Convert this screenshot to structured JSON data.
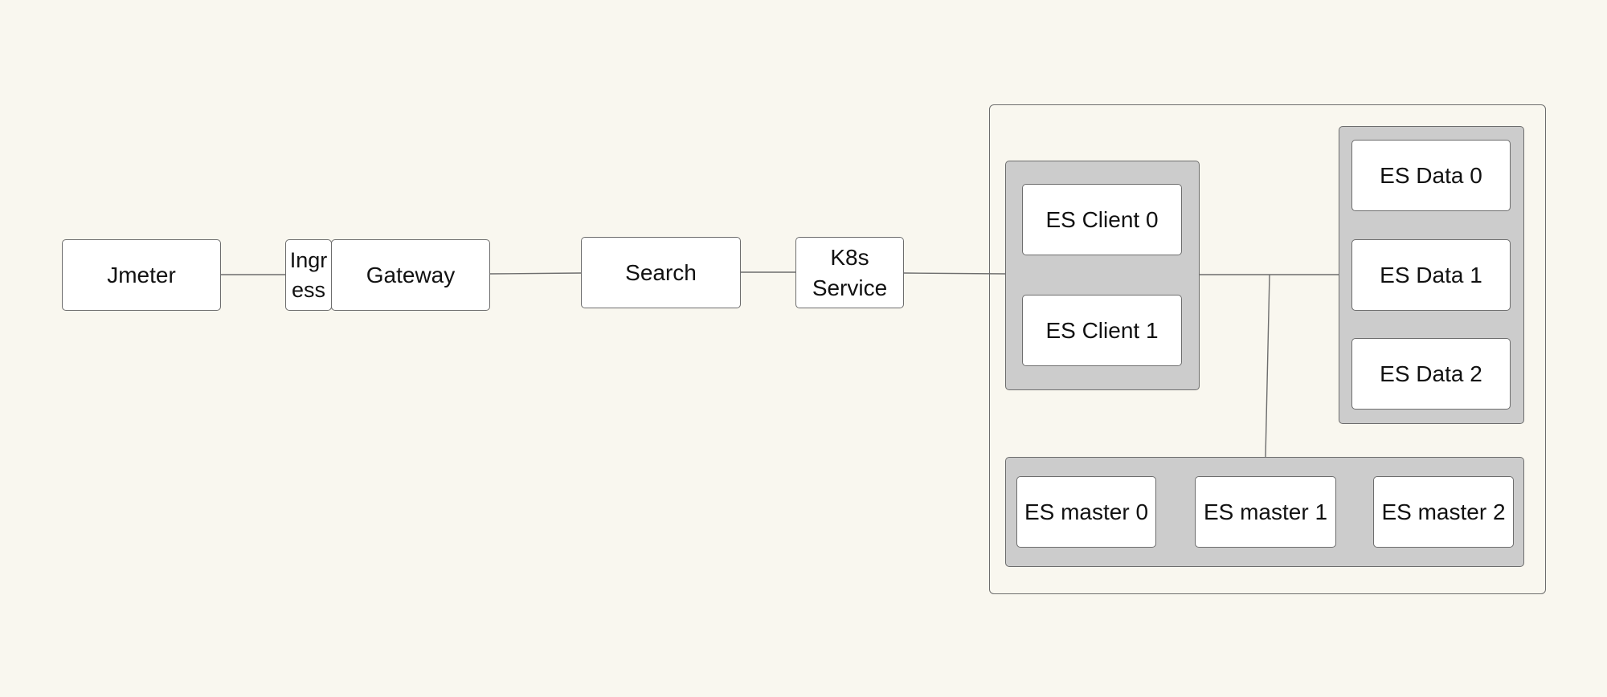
{
  "nodes": {
    "jmeter": "Jmeter",
    "ingress_line1": "Ingr",
    "ingress_line2": "ess",
    "gateway": "Gateway",
    "search": "Search",
    "k8s_line1": "K8s",
    "k8s_line2": "Service",
    "es_client_0": "ES Client 0",
    "es_client_1": "ES Client 1",
    "es_data_0": "ES Data 0",
    "es_data_1": "ES Data 1",
    "es_data_2": "ES Data 2",
    "es_master_0": "ES master 0",
    "es_master_1": "ES master 1",
    "es_master_2": "ES master 2"
  },
  "colors": {
    "background": "#f9f7ef",
    "node_fill": "#ffffff",
    "group_fill": "#cccccc",
    "stroke": "#6d6d6d"
  }
}
